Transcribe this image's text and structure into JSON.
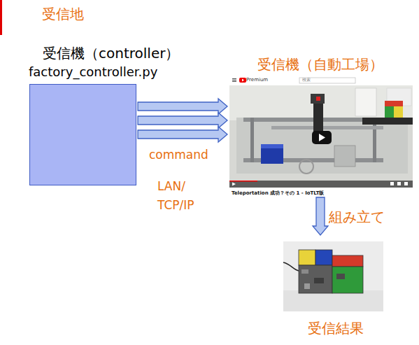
{
  "diagram": {
    "title": "受信地",
    "nodes": [
      {
        "text": [
          "受信機（controller）",
          "factory_controller.py"
        ]
      },
      {
        "text": [
          "受信機（自動工場）",
          "Teleportation 成功？その 1 - IoTLT版"
        ]
      },
      {
        "text": [
          "受信結果"
        ]
      }
    ],
    "edges": [
      {
        "from": 0,
        "to": 1,
        "arrow": "to"
      },
      {
        "from": 0,
        "to": 1,
        "arrow": "to"
      },
      {
        "from": 0,
        "to": 1,
        "arrow": "to"
      },
      {
        "from": 1,
        "to": 2,
        "label": "組み立て",
        "arrow": "to"
      }
    ],
    "labels": [
      "command",
      "LAN/ TCP/IP",
      "Premium",
      "検索"
    ]
  }
}
